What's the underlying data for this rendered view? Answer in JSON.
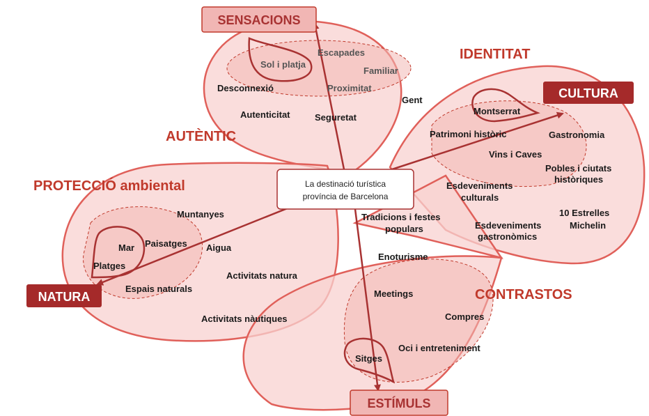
{
  "colors": {
    "outline": "#e0605a",
    "fill": "#f8d2d0",
    "accent": "#a83232",
    "dark_tag": "#a52a2a",
    "light_tag": "#f1b6b4"
  },
  "center": {
    "line1": "La destinació turística",
    "line2": "província de Barcelona"
  },
  "axes": {
    "top": "SENSACIONS",
    "right": "CULTURA",
    "left": "NATURA",
    "bottom": "ESTÍMULS"
  },
  "categories": {
    "autentic": "AUTÈNTIC",
    "identitat": "IDENTITAT",
    "proteccio": "PROTECCIÓ ambiental",
    "contrastos": "CONTRASTOS"
  },
  "labels": {
    "sol": "Sol i platja",
    "escapades": "Escapades",
    "familiar": "Familiar",
    "proximitat": "Proximitat",
    "desconnexio": "Desconnexió",
    "autenticitat": "Autenticitat",
    "seguretat": "Seguretat",
    "gent": "Gent",
    "montserrat": "Montserrat",
    "patrimoni": "Patrimoni històric",
    "gastronomia": "Gastronomia",
    "vins": "Vins i Caves",
    "pobles1": "Pobles i ciutats",
    "pobles2": "històriques",
    "esdev_cult1": "Esdeveniments",
    "esdev_cult2": "culturals",
    "estrelles1": "10 Estrelles",
    "estrelles2": "Michelin",
    "esdev_gast1": "Esdeveniments",
    "esdev_gast2": "gastronòmics",
    "tradicions1": "Tradicions i festes",
    "tradicions2": "populars",
    "muntanyes": "Muntanyes",
    "mar": "Mar",
    "paisatges": "Paisatges",
    "aigua": "Aigua",
    "platges": "Platges",
    "espais": "Espais naturals",
    "act_natura": "Activitats natura",
    "act_nautiques": "Activitats nàutiques",
    "enoturisme": "Enoturisme",
    "meetings": "Meetings",
    "compres": "Compres",
    "oci": "Oci i entreteniment",
    "sitges": "Sitges"
  }
}
